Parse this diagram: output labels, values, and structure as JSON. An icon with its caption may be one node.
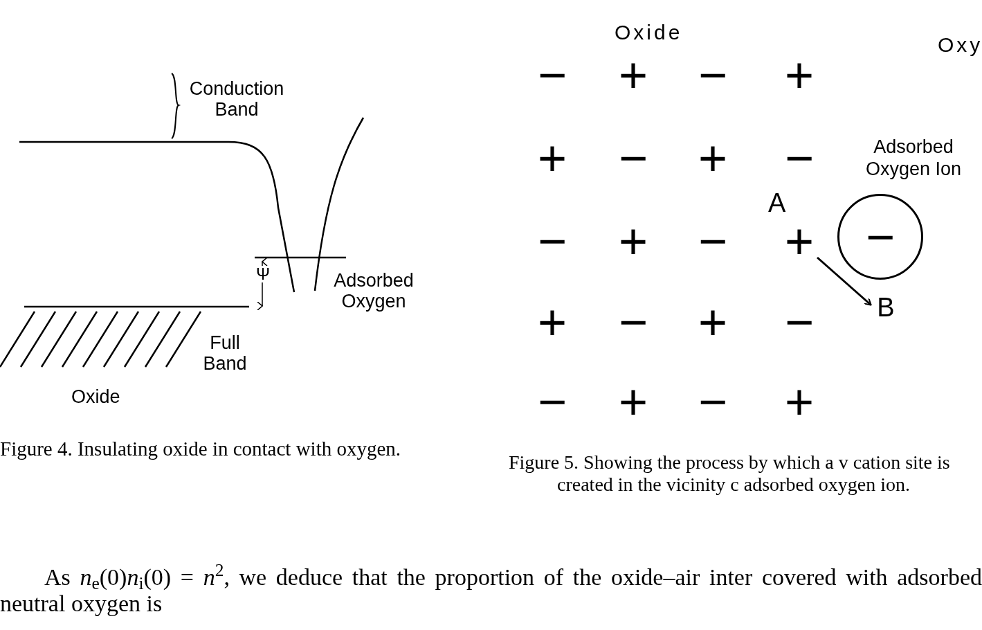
{
  "diagram": {
    "nodes": [
      {
        "text": [
          "+"
        ],
        "beside": [
          "A"
        ]
      },
      {
        "text": [
          "B"
        ]
      },
      {
        "text": [
          "Adsorbed Oxygen Ion",
          "−"
        ]
      }
    ],
    "edges": [
      {
        "from": 0,
        "to": 1,
        "arrow": "to"
      }
    ],
    "labels": [
      "Conduction Band",
      "Ψ",
      "Adsorbed Oxygen",
      "Full Band",
      "Oxide",
      "Figure 4. Insulating oxide in contact with oxygen.",
      "Oxide",
      "Oxy",
      "−",
      "+",
      "−",
      "+",
      "+",
      "−",
      "+",
      "−",
      "−",
      "+",
      "−",
      "+",
      "−",
      "+",
      "−",
      "−",
      "+",
      "−",
      "+",
      "Figure 5. Showing the process by which a v cation site is created in the vicinity c adsorbed oxygen ion.",
      "As *n*$_{e}$(0)*n*$_{i}$(0) = *n*$^{2}$, we deduce that the proportion of the oxide–air inter covered with adsorbed neutral oxygen is"
    ]
  }
}
